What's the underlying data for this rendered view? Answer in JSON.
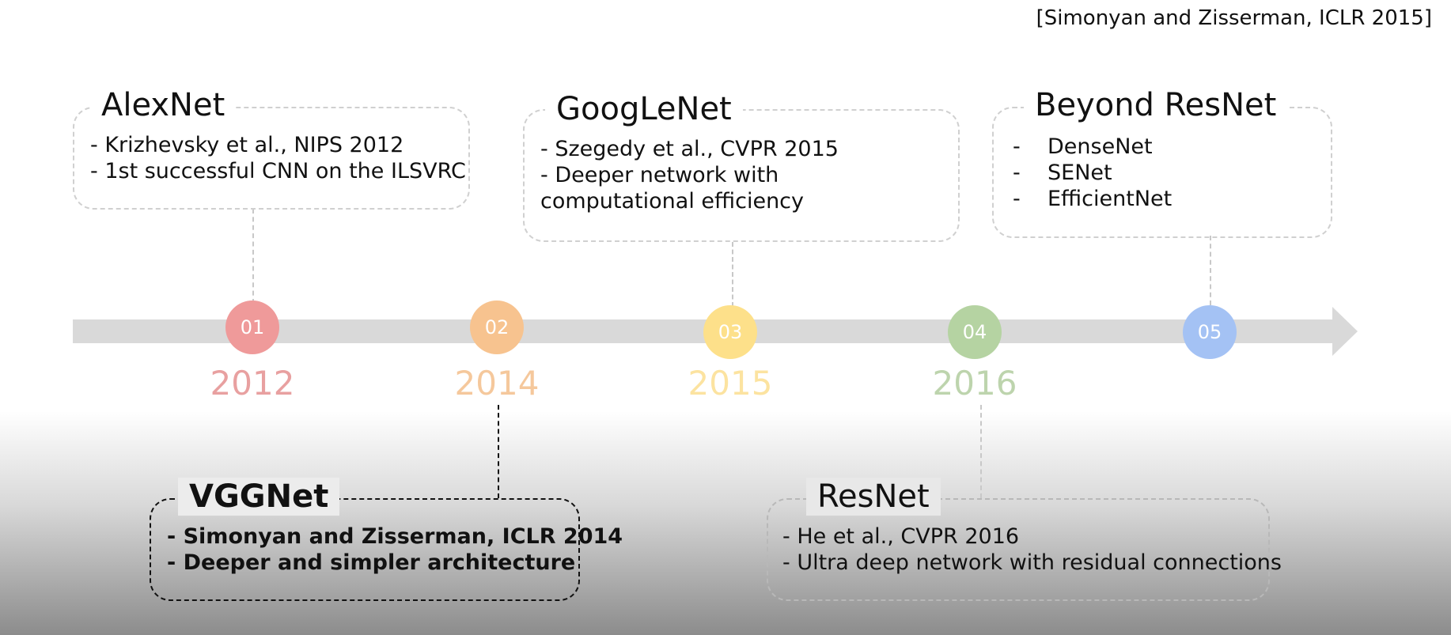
{
  "citation": "[Simonyan and Zisserman, ICLR 2015]",
  "timeline": [
    {
      "num": "01",
      "year": "2012",
      "color": "#ef9a9a"
    },
    {
      "num": "02",
      "year": "2014",
      "color": "#f7c38f"
    },
    {
      "num": "03",
      "year": "2015",
      "color": "#fde08a"
    },
    {
      "num": "04",
      "year": "2016",
      "color": "#b5d3a2"
    },
    {
      "num": "05",
      "color": "#a4c2f4"
    }
  ],
  "cards": {
    "alexnet": {
      "title": "AlexNet",
      "lines": [
        "- Krizhevsky et al., NIPS 2012",
        "- 1st successful CNN on the ILSVRC"
      ]
    },
    "googlenet": {
      "title": "GoogLeNet",
      "lines": [
        "- Szegedy et al., CVPR 2015",
        "- Deeper network with computational efficiency"
      ]
    },
    "beyond": {
      "title": "Beyond ResNet",
      "items": [
        "DenseNet",
        "SENet",
        "EfficientNet"
      ]
    },
    "vggnet": {
      "title": "VGGNet",
      "lines": [
        "- Simonyan and Zisserman, ICLR 2014",
        "- Deeper and simpler architecture"
      ]
    },
    "resnet": {
      "title": "ResNet",
      "lines": [
        "- He et al., CVPR 2016",
        "- Ultra deep network with residual connections"
      ]
    }
  }
}
